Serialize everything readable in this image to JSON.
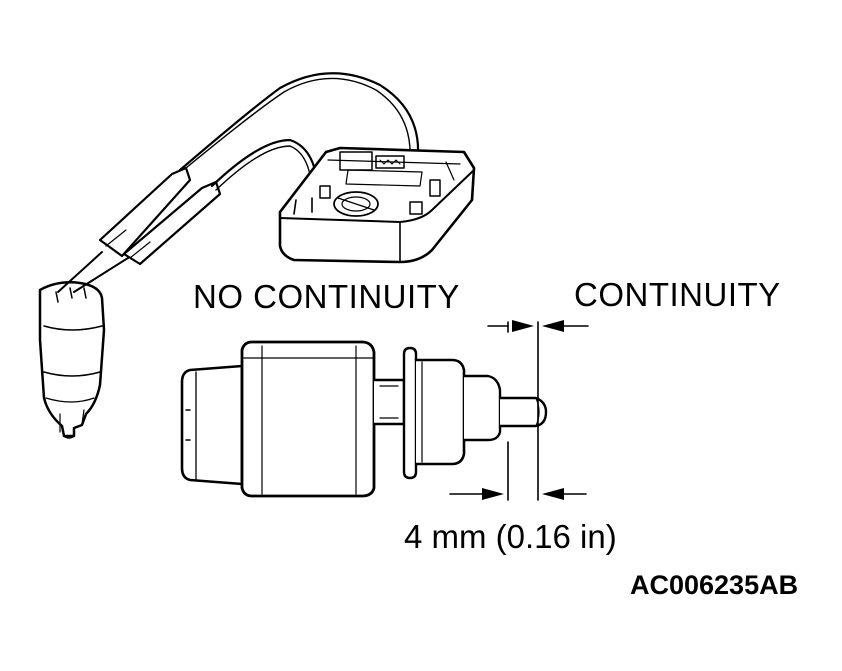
{
  "labels": {
    "no_continuity": "NO CONTINUITY",
    "continuity": "CONTINUITY",
    "dimension": "4 mm (0.16 in)",
    "figure_code": "AC006235AB"
  },
  "colors": {
    "ink": "#000000",
    "paper": "#ffffff",
    "shade": "#d9d9d9"
  }
}
